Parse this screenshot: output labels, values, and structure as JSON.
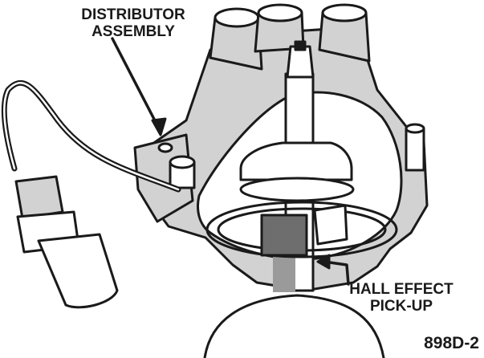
{
  "labels": {
    "distributor": [
      "DISTRIBUTOR",
      "ASSEMBLY"
    ],
    "hall_effect": [
      "HALL EFFECT",
      "PICK-UP"
    ]
  },
  "figure_code": "898D-2",
  "colors": {
    "ink": "#1a1a1a",
    "body_fill": "#d2d2d2",
    "shade_fill": "#9a9a9a",
    "shutter_fill": "#6e6e6e",
    "background": "#ffffff"
  }
}
